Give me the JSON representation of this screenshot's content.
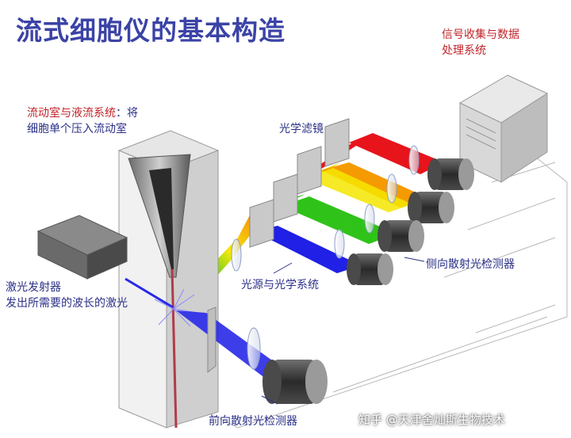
{
  "title": "流式细胞仪的基本构造",
  "corner_label": {
    "line1": "信号收集与数据",
    "line2": "处理系统"
  },
  "flow_chamber": {
    "line1a": "流动室与液流系统",
    "line1b": "：将",
    "line2": "细胞单个压入流动室"
  },
  "optical_filter": "光学滤镜",
  "side_detector": "侧向散射光检测器",
  "optics": "光源与光学系统",
  "laser": {
    "line1": "激光发射器",
    "line2": "发出所需要的波长的激光"
  },
  "forward_detector": "前向散射光检测器",
  "watermark": "知乎 @天津舍灿斯生物技术",
  "colors": {
    "title": "#3b43a6",
    "red_label": "#c0242a",
    "blue_label": "#2c3188",
    "beam_red": "#e8141c",
    "beam_yellow": "#f5e600",
    "beam_green": "#2fc31a",
    "beam_blue": "#2020e6"
  }
}
